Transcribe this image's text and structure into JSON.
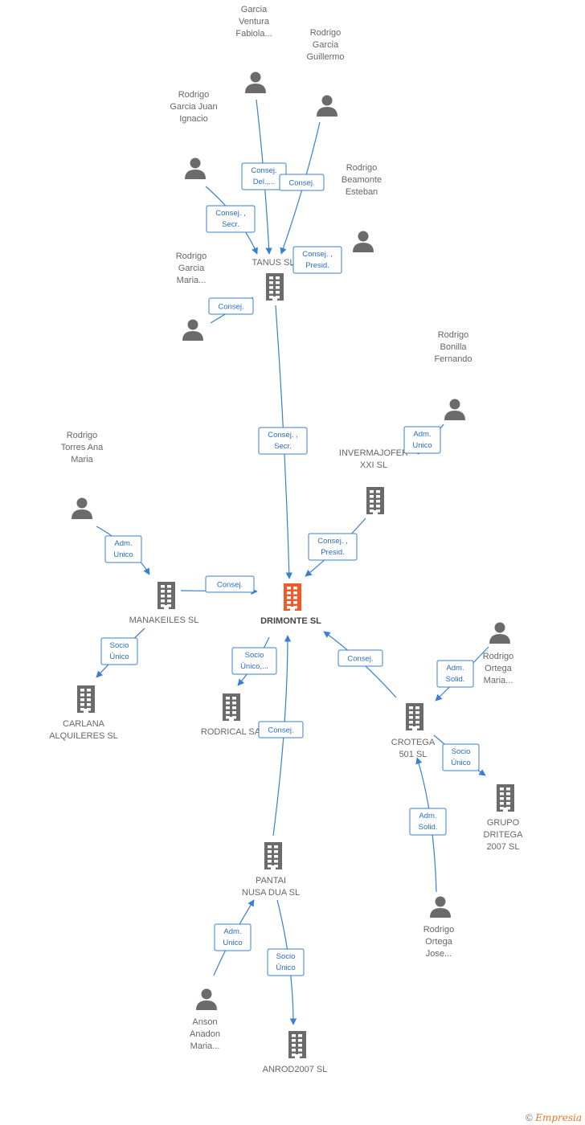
{
  "colors": {
    "edge": "#3a7fd0",
    "icon": "#6b6b6b",
    "focus": "#f05a28"
  },
  "nodes": [
    {
      "id": "garcia_ventura",
      "type": "person",
      "lines": [
        "Garcia",
        "Ventura",
        "Fabiola..."
      ]
    },
    {
      "id": "rodrigo_guillermo",
      "type": "person",
      "lines": [
        "Rodrigo",
        "Garcia",
        "Guillermo"
      ]
    },
    {
      "id": "rodrigo_juan",
      "type": "person",
      "lines": [
        "Rodrigo",
        "Garcia Juan",
        "Ignacio"
      ]
    },
    {
      "id": "rodrigo_beamonte",
      "type": "person",
      "lines": [
        "Rodrigo",
        "Beamonte",
        "Esteban"
      ]
    },
    {
      "id": "tanus",
      "type": "company",
      "lines": [
        "TANUS SL"
      ]
    },
    {
      "id": "rodrigo_maria",
      "type": "person",
      "lines": [
        "Rodrigo",
        "Garcia",
        "Maria..."
      ]
    },
    {
      "id": "rodrigo_bonilla",
      "type": "person",
      "lines": [
        "Rodrigo",
        "Bonilla",
        "Fernando"
      ]
    },
    {
      "id": "invermajofer",
      "type": "company",
      "lines": [
        "INVERMAJOFER",
        "XXI SL"
      ]
    },
    {
      "id": "rodrigo_torres",
      "type": "person",
      "lines": [
        "Rodrigo",
        "Torres Ana",
        "Maria"
      ]
    },
    {
      "id": "manakeiles",
      "type": "company",
      "lines": [
        "MANAKEILES SL"
      ]
    },
    {
      "id": "drimonte",
      "type": "company",
      "focus": true,
      "lines": [
        "DRIMONTE SL"
      ]
    },
    {
      "id": "carlana",
      "type": "company",
      "lines": [
        "CARLANA",
        "ALQUILERES SL"
      ]
    },
    {
      "id": "rodrical",
      "type": "company",
      "lines": [
        "RODRICAL SA"
      ]
    },
    {
      "id": "rodrigo_ortega_maria",
      "type": "person",
      "lines": [
        "Rodrigo",
        "Ortega",
        "Maria..."
      ]
    },
    {
      "id": "crotega",
      "type": "company",
      "lines": [
        "CROTEGA",
        "501 SL"
      ]
    },
    {
      "id": "grupo_dritega",
      "type": "company",
      "lines": [
        "GRUPO",
        "DRITEGA",
        "2007 SL"
      ]
    },
    {
      "id": "pantai",
      "type": "company",
      "lines": [
        "PANTAI",
        "NUSA DUA SL"
      ]
    },
    {
      "id": "rodrigo_ortega_jose",
      "type": "person",
      "lines": [
        "Rodrigo",
        "Ortega",
        "Jose..."
      ]
    },
    {
      "id": "anson",
      "type": "person",
      "lines": [
        "Anson",
        "Anadon",
        "Maria..."
      ]
    },
    {
      "id": "anrod",
      "type": "company",
      "lines": [
        "ANROD2007 SL"
      ]
    }
  ],
  "relations": [
    {
      "id": "r1",
      "lines": [
        "Consej.",
        "Del.,..."
      ]
    },
    {
      "id": "r2",
      "lines": [
        "Consej."
      ]
    },
    {
      "id": "r3",
      "lines": [
        "Consej. ,",
        "Secr."
      ]
    },
    {
      "id": "r4",
      "lines": [
        "Consej. ,",
        "Presid."
      ]
    },
    {
      "id": "r5",
      "lines": [
        "Consej."
      ]
    },
    {
      "id": "r6",
      "lines": [
        "Consej. ,",
        "Secr."
      ]
    },
    {
      "id": "r7",
      "lines": [
        "Adm.",
        "Unico"
      ]
    },
    {
      "id": "r8",
      "lines": [
        "Consej. ,",
        "Presid."
      ]
    },
    {
      "id": "r9",
      "lines": [
        "Adm.",
        "Unico"
      ]
    },
    {
      "id": "r10",
      "lines": [
        "Consej."
      ]
    },
    {
      "id": "r11",
      "lines": [
        "Socio",
        "Único"
      ]
    },
    {
      "id": "r12",
      "lines": [
        "Socio",
        "Único,..."
      ]
    },
    {
      "id": "r13",
      "lines": [
        "Consej."
      ]
    },
    {
      "id": "r14",
      "lines": [
        "Consej."
      ]
    },
    {
      "id": "r15",
      "lines": [
        "Adm.",
        "Solid."
      ]
    },
    {
      "id": "r16",
      "lines": [
        "Socio",
        "Único"
      ]
    },
    {
      "id": "r17",
      "lines": [
        "Adm.",
        "Solid."
      ]
    },
    {
      "id": "r18",
      "lines": [
        "Adm.",
        "Unico"
      ]
    },
    {
      "id": "r19",
      "lines": [
        "Socio",
        "Único"
      ]
    }
  ],
  "footer": {
    "copyright": "©",
    "brand": "Empresia"
  }
}
